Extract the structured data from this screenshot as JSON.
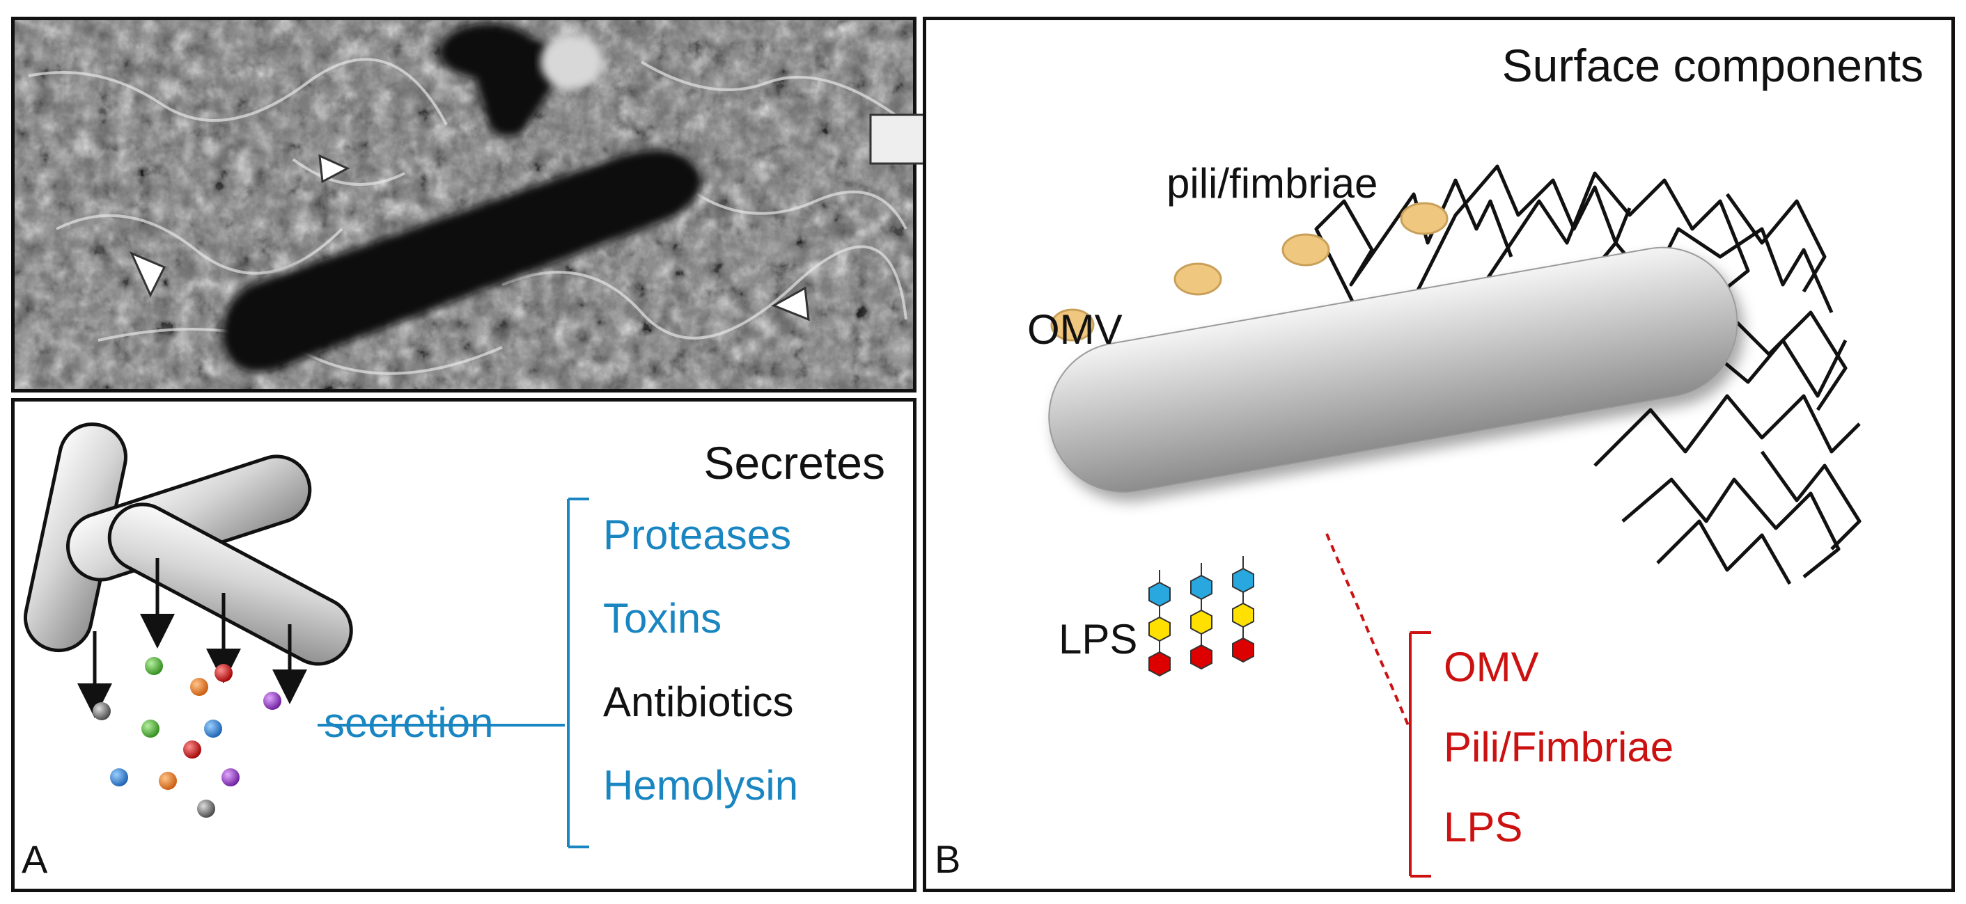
{
  "panel_a": {
    "title": "Secretes",
    "letter": "A",
    "secretion_label": "secretion",
    "secreted_items": [
      {
        "label": "Proteases",
        "color": "#1a86c1"
      },
      {
        "label": "Toxins",
        "color": "#1a86c1"
      },
      {
        "label": "Antibiotics",
        "color": "#111111"
      },
      {
        "label": "Hemolysin",
        "color": "#1a86c1"
      }
    ]
  },
  "panel_b": {
    "title": "Surface components",
    "letter": "B",
    "pili_label": "pili/fimbriae",
    "omv_label": "OMV",
    "lps_label": "LPS",
    "components": [
      {
        "label": "OMV"
      },
      {
        "label": "Pili/Fimbriae"
      },
      {
        "label": "LPS"
      }
    ]
  },
  "colors": {
    "blue_accent": "#1a86c1",
    "red_accent": "#cc1111",
    "omv_fill": "#f0c77e",
    "bacterium_fill": "#c8c8c8"
  }
}
